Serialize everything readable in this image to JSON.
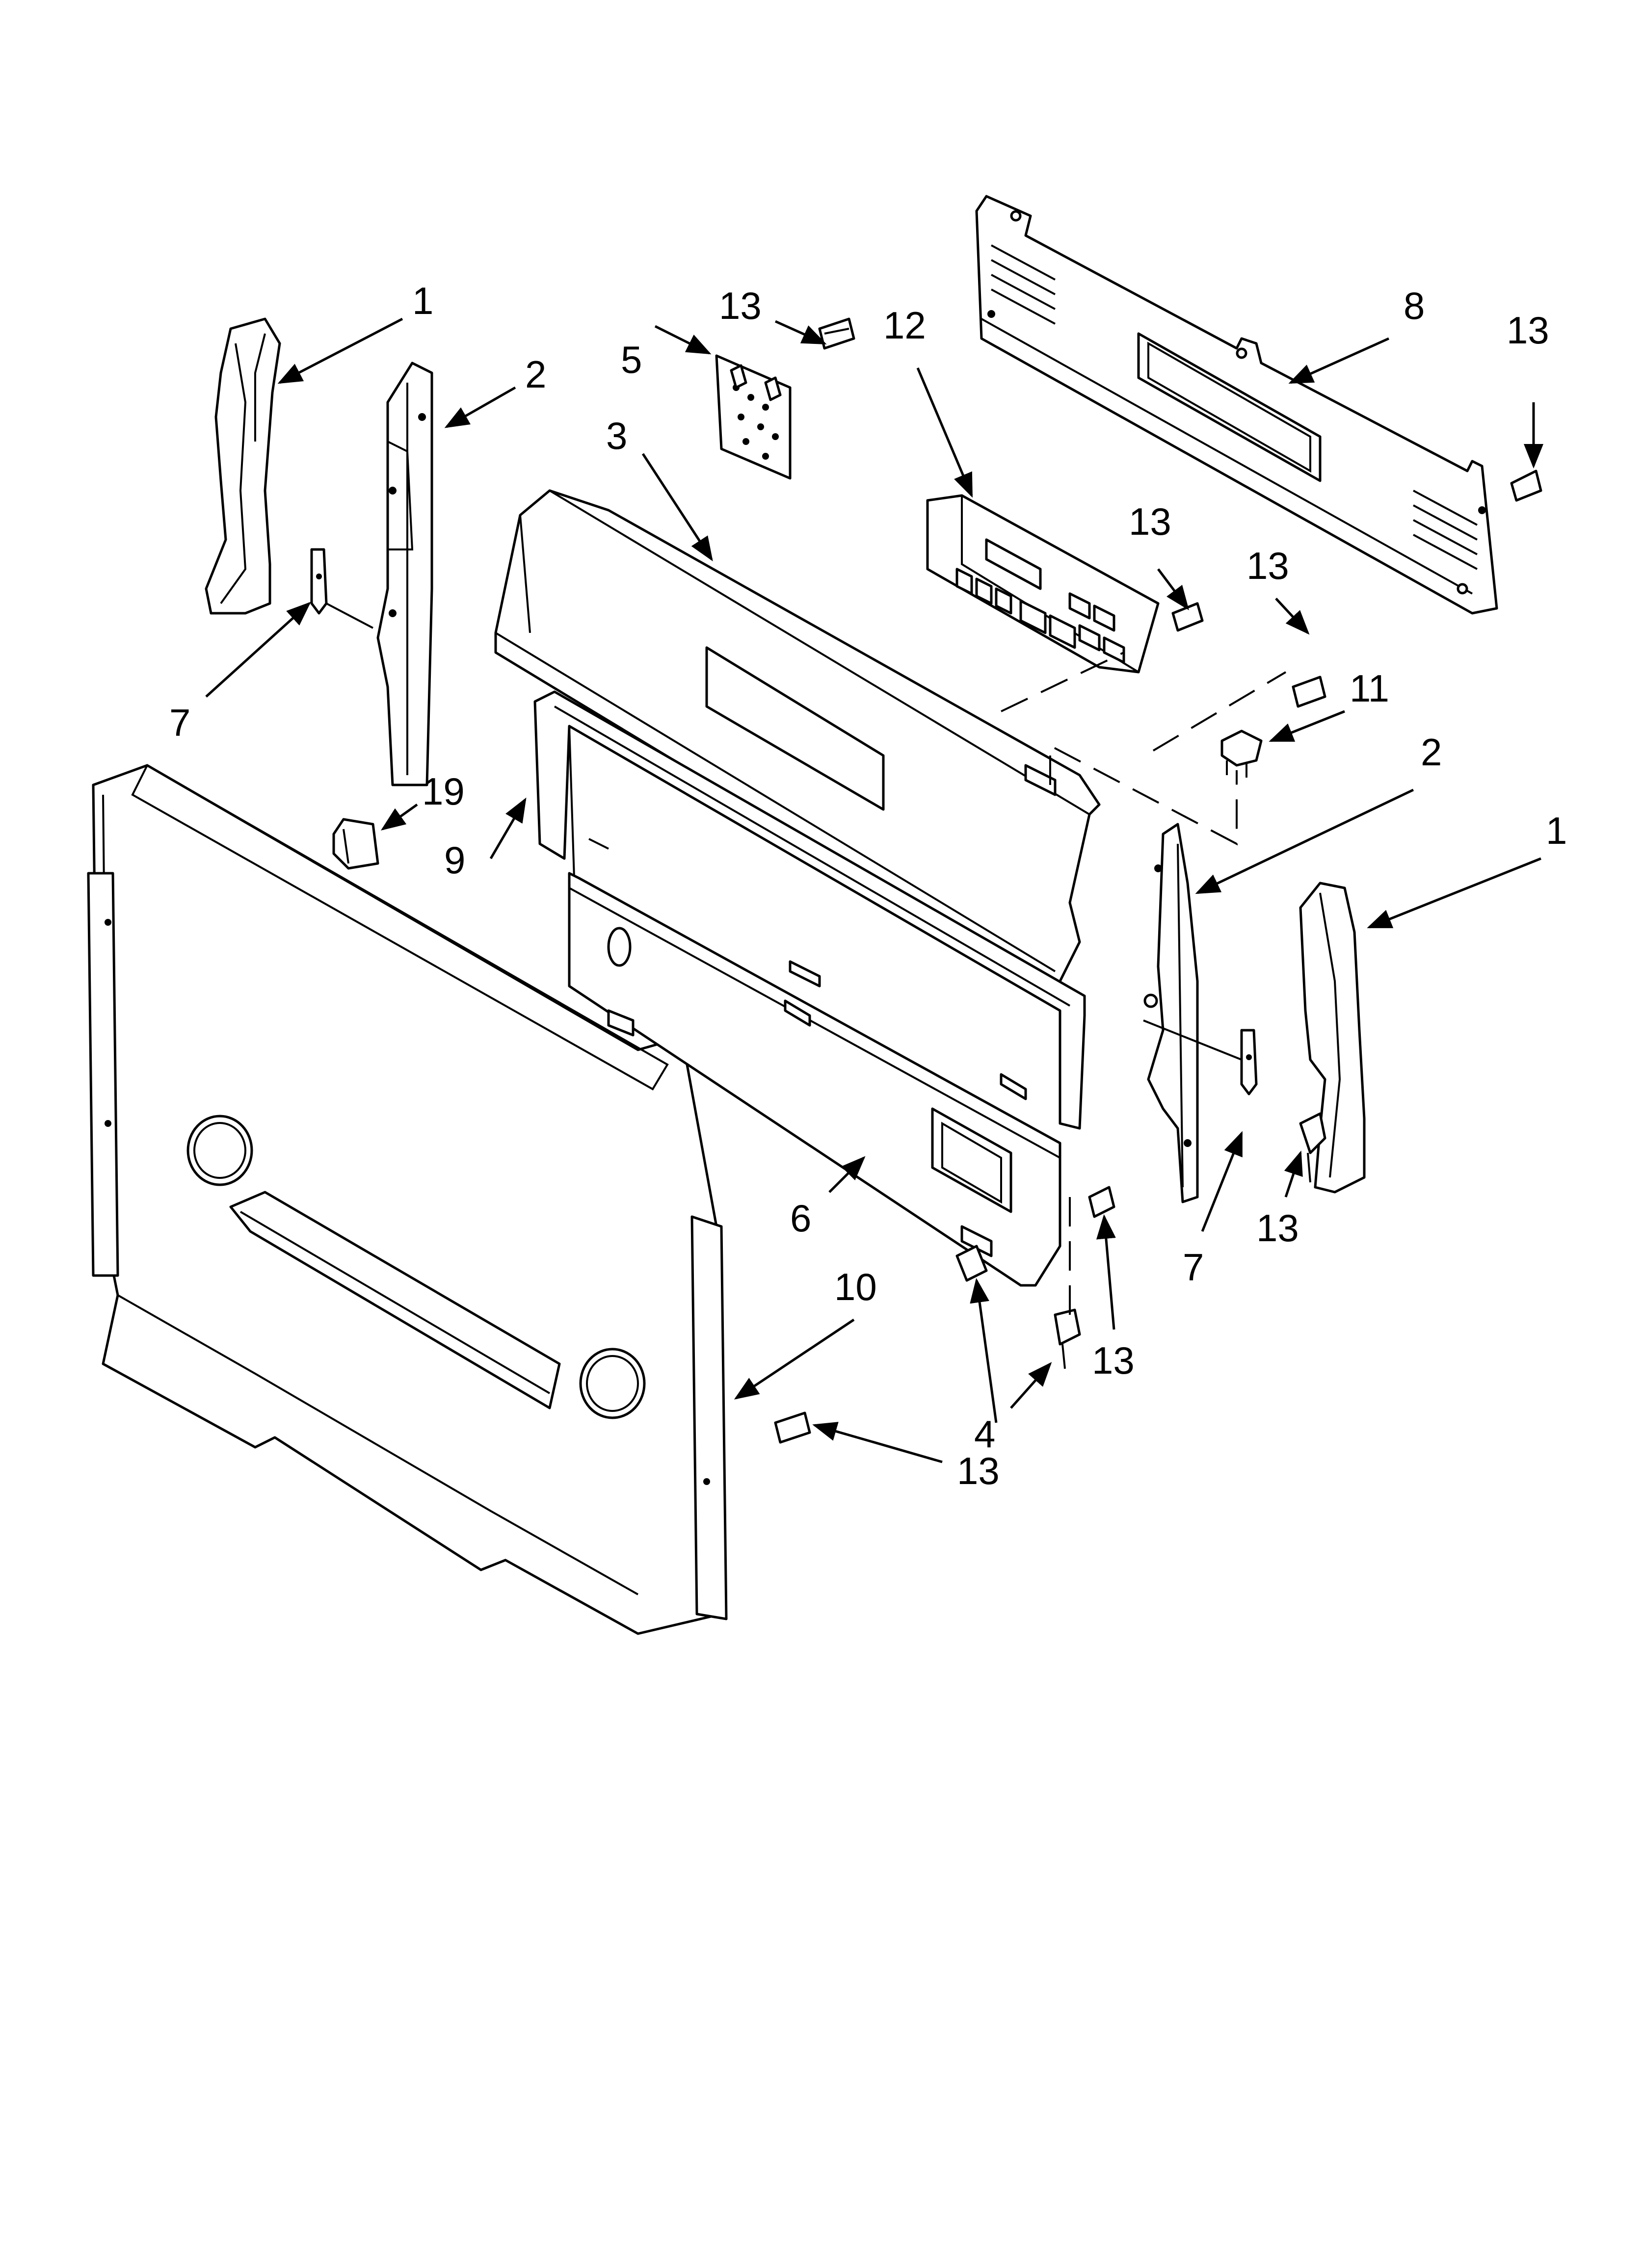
{
  "diagram": {
    "title": "",
    "callouts": [
      {
        "id": "c1a",
        "text": "1"
      },
      {
        "id": "c2a",
        "text": "2"
      },
      {
        "id": "c3",
        "text": "3"
      },
      {
        "id": "c5",
        "text": "5"
      },
      {
        "id": "c13a",
        "text": "13"
      },
      {
        "id": "c12",
        "text": "12"
      },
      {
        "id": "c8",
        "text": "8"
      },
      {
        "id": "c13b",
        "text": "13"
      },
      {
        "id": "c13c",
        "text": "13"
      },
      {
        "id": "c13d",
        "text": "13"
      },
      {
        "id": "c7a",
        "text": "7"
      },
      {
        "id": "c11",
        "text": "11"
      },
      {
        "id": "c2b",
        "text": "2"
      },
      {
        "id": "c1b",
        "text": "1"
      },
      {
        "id": "c19",
        "text": "19"
      },
      {
        "id": "c9",
        "text": "9"
      },
      {
        "id": "c6",
        "text": "6"
      },
      {
        "id": "c7b",
        "text": "7"
      },
      {
        "id": "c13e",
        "text": "13"
      },
      {
        "id": "c10",
        "text": "10"
      },
      {
        "id": "c13f",
        "text": "13"
      },
      {
        "id": "c4",
        "text": "4"
      },
      {
        "id": "c13g",
        "text": "13"
      }
    ]
  }
}
